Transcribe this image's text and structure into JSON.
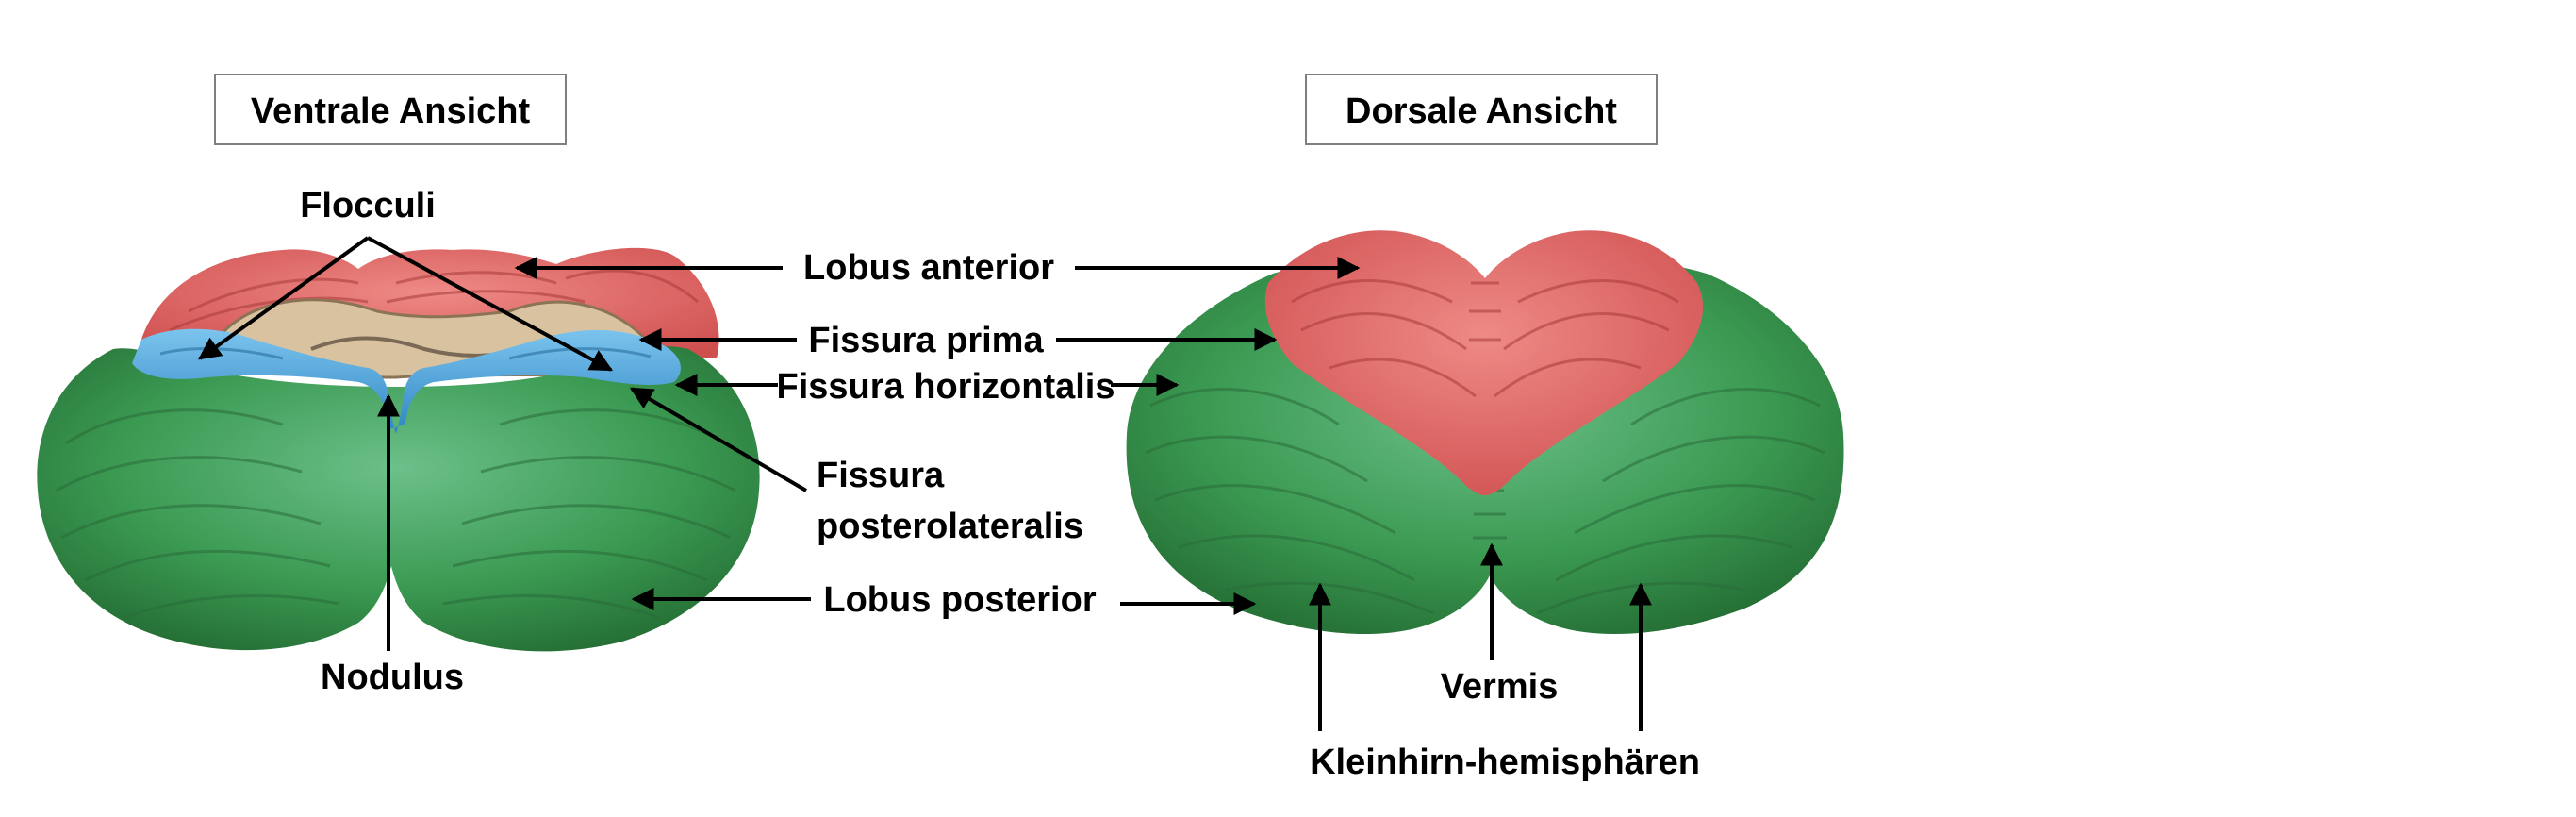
{
  "views": {
    "ventral_title": "Ventrale Ansicht",
    "dorsal_title": "Dorsale Ansicht"
  },
  "labels": {
    "flocculi": "Flocculi",
    "lobus_anterior": "Lobus anterior",
    "fissura_prima": "Fissura prima",
    "fissura_horizontalis": "Fissura horizontalis",
    "fissura_posterolateralis_1": "Fissura",
    "fissura_posterolateralis_2": "posterolateralis",
    "lobus_posterior": "Lobus posterior",
    "nodulus": "Nodulus",
    "vermis": "Vermis",
    "kleinhirn_hemispharen": "Kleinhirn-hemisphären"
  },
  "colors": {
    "lobus_posterior": "#3a9a4e",
    "lobus_anterior": "#e06a6a",
    "flocculonodular": "#4aa0d8",
    "stem_section": "#d9c2a0",
    "text": "#000000",
    "box_border": "#7f7f7f"
  }
}
